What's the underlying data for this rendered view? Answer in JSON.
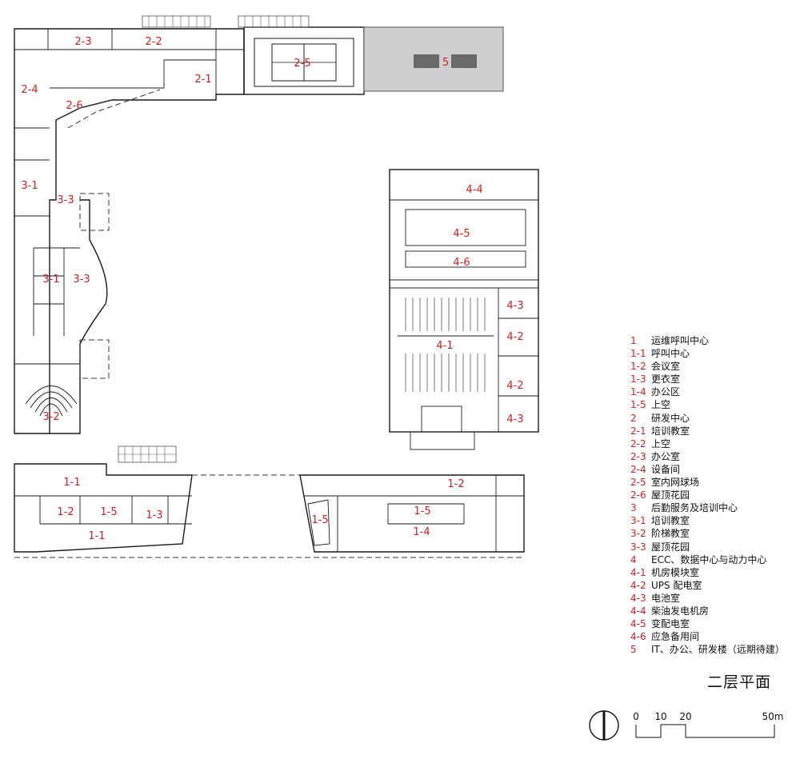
{
  "rooms": [
    {
      "id": "2-3",
      "label": "2-3"
    },
    {
      "id": "2-2",
      "label": "2-2"
    },
    {
      "id": "2-5",
      "label": "2-5"
    },
    {
      "id": "5",
      "label": "5"
    },
    {
      "id": "2-1",
      "label": "2-1"
    },
    {
      "id": "2-4",
      "label": "2-4"
    },
    {
      "id": "2-6",
      "label": "2-6"
    },
    {
      "id": "3-1a",
      "label": "3-1"
    },
    {
      "id": "3-3a",
      "label": "3-3"
    },
    {
      "id": "3-1b",
      "label": "3-1"
    },
    {
      "id": "3-3b",
      "label": "3-3"
    },
    {
      "id": "3-2",
      "label": "3-2"
    },
    {
      "id": "4-4",
      "label": "4-4"
    },
    {
      "id": "4-5",
      "label": "4-5"
    },
    {
      "id": "4-6",
      "label": "4-6"
    },
    {
      "id": "4-3a",
      "label": "4-3"
    },
    {
      "id": "4-2a",
      "label": "4-2"
    },
    {
      "id": "4-1",
      "label": "4-1"
    },
    {
      "id": "4-2b",
      "label": "4-2"
    },
    {
      "id": "4-3b",
      "label": "4-3"
    },
    {
      "id": "1-1a",
      "label": "1-1"
    },
    {
      "id": "1-2a",
      "label": "1-2"
    },
    {
      "id": "1-5a",
      "label": "1-5"
    },
    {
      "id": "1-3",
      "label": "1-3"
    },
    {
      "id": "1-1b",
      "label": "1-1"
    },
    {
      "id": "1-2b",
      "label": "1-2"
    },
    {
      "id": "1-5b",
      "label": "1-5"
    },
    {
      "id": "1-5c",
      "label": "1-5"
    },
    {
      "id": "1-4",
      "label": "1-4"
    }
  ],
  "legend": [
    {
      "code": "1",
      "text": "运维呼叫中心"
    },
    {
      "code": "1-1",
      "text": "呼叫中心"
    },
    {
      "code": "1-2",
      "text": "会议室"
    },
    {
      "code": "1-3",
      "text": "更衣室"
    },
    {
      "code": "1-4",
      "text": "办公区"
    },
    {
      "code": "1-5",
      "text": "上空"
    },
    {
      "code": "2",
      "text": "研发中心"
    },
    {
      "code": "2-1",
      "text": "培训教室"
    },
    {
      "code": "2-2",
      "text": "上空"
    },
    {
      "code": "2-3",
      "text": "办公室"
    },
    {
      "code": "2-4",
      "text": "设备间"
    },
    {
      "code": "2-5",
      "text": "室内网球场"
    },
    {
      "code": "2-6",
      "text": "屋顶花园"
    },
    {
      "code": "3",
      "text": "后勤服务及培训中心"
    },
    {
      "code": "3-1",
      "text": "培训教室"
    },
    {
      "code": "3-2",
      "text": "阶梯教室"
    },
    {
      "code": "3-3",
      "text": "屋顶花园"
    },
    {
      "code": "4",
      "text": "ECC、数据中心与动力中心"
    },
    {
      "code": "4-1",
      "text": "机房模块室"
    },
    {
      "code": "4-2",
      "text": "UPS 配电室"
    },
    {
      "code": "4-3",
      "text": "电池室"
    },
    {
      "code": "4-4",
      "text": "柴油发电机房"
    },
    {
      "code": "4-5",
      "text": "变配电室"
    },
    {
      "code": "4-6",
      "text": "应急备用间"
    },
    {
      "code": "5",
      "text": "IT、办公、研发楼（远期待建）"
    }
  ],
  "title": "二层平面",
  "scale": {
    "ticks": [
      "0",
      "10",
      "20",
      "50m"
    ]
  },
  "colors": {
    "label": "#d01f1f",
    "line": "#1a1a1a",
    "future_building": "#cfcfcf",
    "future_block": "#6a6a6a"
  }
}
